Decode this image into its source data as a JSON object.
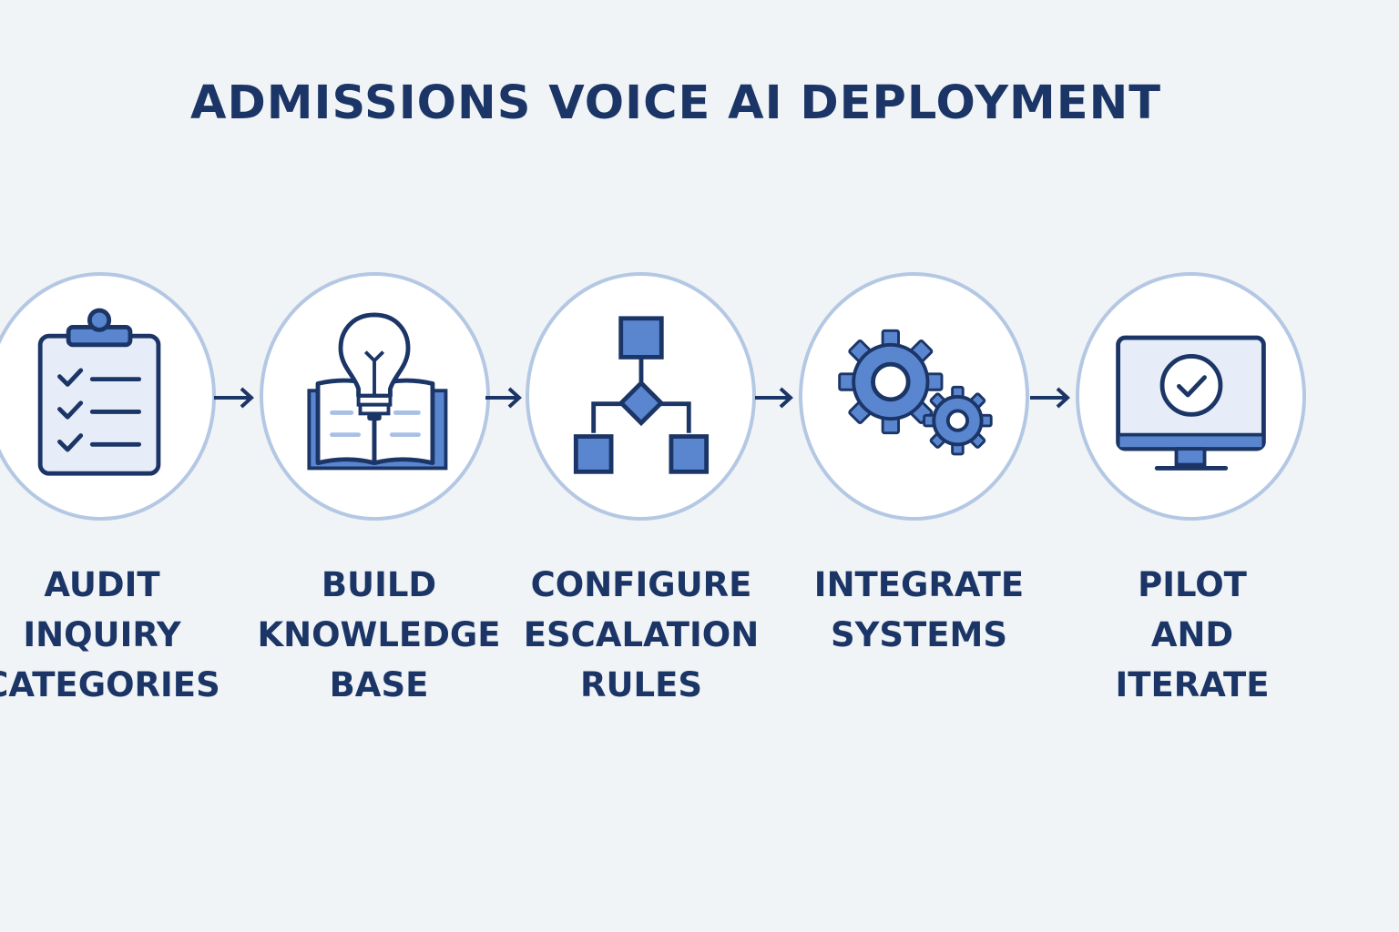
{
  "title": "ADMISSIONS VOICE AI DEPLOYMENT",
  "colors": {
    "background": "#f1f4f7",
    "text": "#1b3566",
    "circle_border": "#b4c8e4",
    "icon_fill": "#5a86d0",
    "icon_light": "#e6edf8"
  },
  "steps": [
    {
      "icon": "clipboard-checklist-icon",
      "label": [
        "AUDIT",
        "INQUIRY",
        "CATEGORIES"
      ]
    },
    {
      "icon": "lightbulb-book-icon",
      "label": [
        "BUILD",
        "KNOWLEDGE",
        "BASE"
      ]
    },
    {
      "icon": "flowchart-icon",
      "label": [
        "CONFIGURE",
        "ESCALATION",
        "RULES"
      ]
    },
    {
      "icon": "gears-icon",
      "label": [
        "INTEGRATE",
        "SYSTEMS"
      ]
    },
    {
      "icon": "monitor-check-icon",
      "label": [
        "PILOT",
        "AND",
        "ITERATE"
      ]
    }
  ]
}
